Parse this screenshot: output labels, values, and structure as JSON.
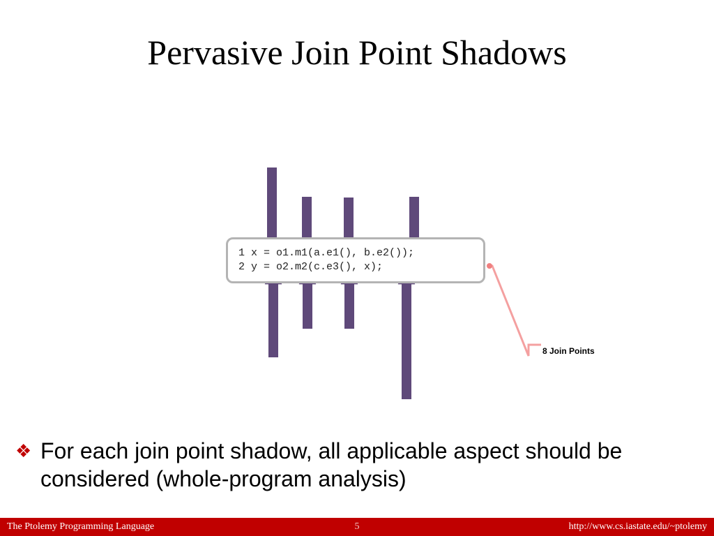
{
  "slide": {
    "title": "Pervasive Join Point Shadows",
    "code_lines": [
      "1 x = o1.m1(a.e1(), b.e2());",
      "2 y = o2.m2(c.e3(), x);"
    ],
    "callout": "8 Join Points",
    "bullet": "For each join point shadow, all applicable aspect should be considered (whole-program analysis)",
    "bullet_icon": "diamond-bullet-icon"
  },
  "footer": {
    "left": "The Ptolemy Programming Language",
    "page_number": "5",
    "right": "http://www.cs.iastate.edu/~ptolemy"
  },
  "colors": {
    "arrow": "#5f497a",
    "accent": "#c00000",
    "callout_line": "#f4a0a0",
    "code_border": "#b4b4b4"
  }
}
